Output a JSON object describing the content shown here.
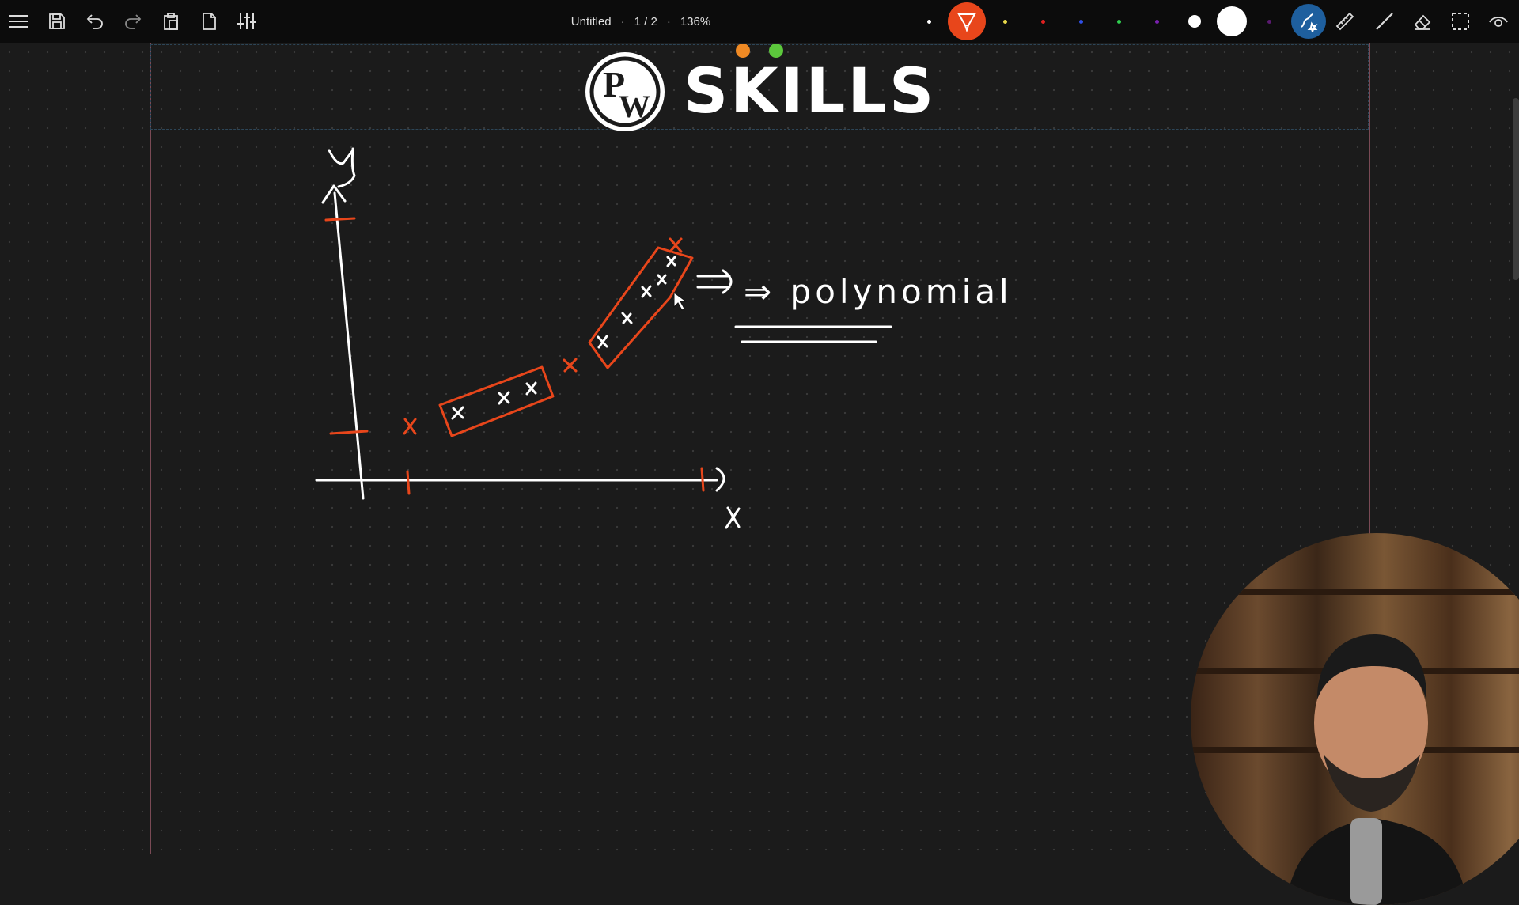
{
  "toolbar": {
    "menu_icon": "hamburger-menu-icon",
    "save_icon": "save-icon",
    "undo_icon": "undo-icon",
    "redo_icon": "redo-icon",
    "clipboard_icon": "clipboard-icon",
    "page_icon": "page-icon",
    "settings_icon": "sliders-icon",
    "document_title": "Untitled",
    "page_indicator": "1 / 2",
    "zoom": "136%",
    "separator": "·",
    "active_tool_color": "#e8461b",
    "pen_colors": [
      "#ffffff",
      "#e8d84a",
      "#e02020",
      "#3050e8",
      "#30d050",
      "#7a20b0",
      "#ffffff",
      "#ffffff",
      "#5a1a70"
    ],
    "right_tools": [
      "pen-tool-icon",
      "handwriting-to-shape-icon",
      "ruler-icon",
      "line-tool-icon",
      "eraser-icon",
      "selection-icon",
      "visibility-icon"
    ]
  },
  "brand": {
    "logo_icon": "pw-logo-icon",
    "logo_letters": "PW",
    "name": "SKILLS",
    "dot_colors": [
      "#f08a24",
      "#5cc83c"
    ]
  },
  "canvas": {
    "background": "#1b1b1b",
    "ink_color": "#ffffff",
    "highlight_color": "#e8461b",
    "y_axis_label": "y",
    "x_axis_label": "x",
    "annotation": "⇒ polynomial"
  }
}
